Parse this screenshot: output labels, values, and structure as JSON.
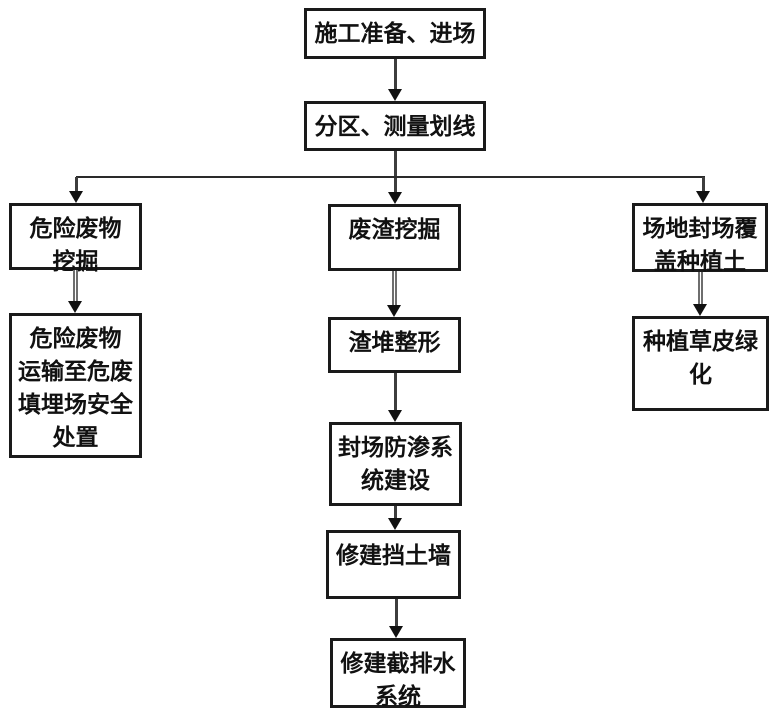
{
  "diagram": {
    "type": "flowchart",
    "language": "zh-CN",
    "colors": {
      "background": "#ffffff",
      "box_border": "#1a1a1a",
      "text": "#111111",
      "connector": "#3d3d3d",
      "arrowhead": "#111111"
    }
  },
  "nodes": [
    {
      "id": "construction-prep",
      "label": "施工准备、进场"
    },
    {
      "id": "zoning-marking",
      "label": "分区、测量划线"
    },
    {
      "id": "hazardous-waste-excavation",
      "label": "危险废物\n挖掘"
    },
    {
      "id": "hazardous-waste-transport",
      "label": "危险废物\n运输至危废\n填埋场安全\n处置"
    },
    {
      "id": "slag-excavation",
      "label": "废渣挖掘"
    },
    {
      "id": "slag-heap-shaping",
      "label": "渣堆整形"
    },
    {
      "id": "closure-seepage-system",
      "label": "封场防渗系\n统建设"
    },
    {
      "id": "retaining-wall",
      "label": "修建挡土墙"
    },
    {
      "id": "drainage-system",
      "label": "修建截排水\n系统"
    },
    {
      "id": "site-cover-soil",
      "label": "场地封场覆\n盖种植土"
    },
    {
      "id": "turf-greening",
      "label": "种植草皮绿\n化"
    }
  ],
  "edges": [
    {
      "from": "construction-prep",
      "to": "zoning-marking"
    },
    {
      "from": "zoning-marking",
      "to": "hazardous-waste-excavation"
    },
    {
      "from": "zoning-marking",
      "to": "slag-excavation"
    },
    {
      "from": "zoning-marking",
      "to": "site-cover-soil"
    },
    {
      "from": "hazardous-waste-excavation",
      "to": "hazardous-waste-transport"
    },
    {
      "from": "slag-excavation",
      "to": "slag-heap-shaping"
    },
    {
      "from": "slag-heap-shaping",
      "to": "closure-seepage-system"
    },
    {
      "from": "closure-seepage-system",
      "to": "retaining-wall"
    },
    {
      "from": "retaining-wall",
      "to": "drainage-system"
    },
    {
      "from": "site-cover-soil",
      "to": "turf-greening"
    }
  ]
}
